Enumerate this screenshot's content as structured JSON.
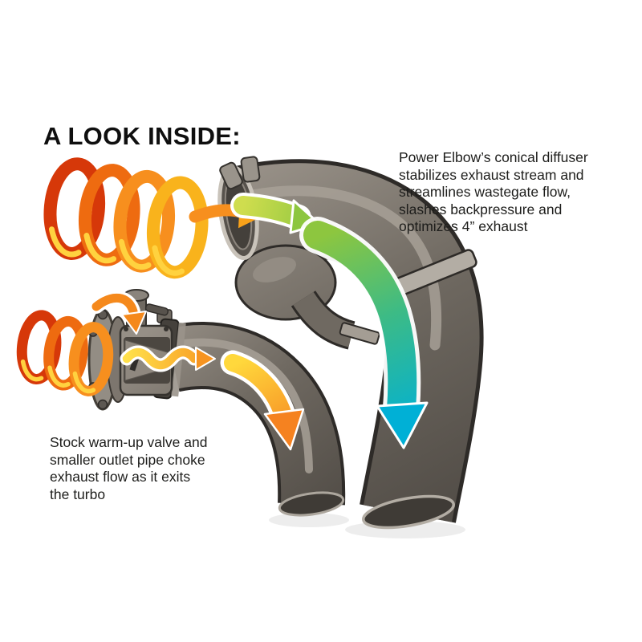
{
  "title": "A LOOK INSIDE:",
  "annotations": {
    "power_elbow": {
      "lines": [
        "Power Elbow’s conical diffuser",
        "stabilizes exhaust stream and",
        "streamlines wastegate flow,",
        "slashes backpressure and",
        "optimizes 4” exhaust"
      ]
    },
    "stock": {
      "lines": [
        "Stock warm-up valve and",
        "smaller outlet pipe choke",
        "exhaust flow as it exits",
        "the turbo"
      ]
    }
  },
  "colors": {
    "background": "#ffffff",
    "text": "#1d1d1b",
    "pipe_light": "#a7a097",
    "pipe_mid": "#6f6961",
    "pipe_dark": "#2e2b28",
    "flow_green": "#8dc63f",
    "flow_cyan": "#00b0d6",
    "flow_orange": "#f5891c",
    "flow_red_orange": "#d63809",
    "flow_yellow": "#ffd23f"
  }
}
